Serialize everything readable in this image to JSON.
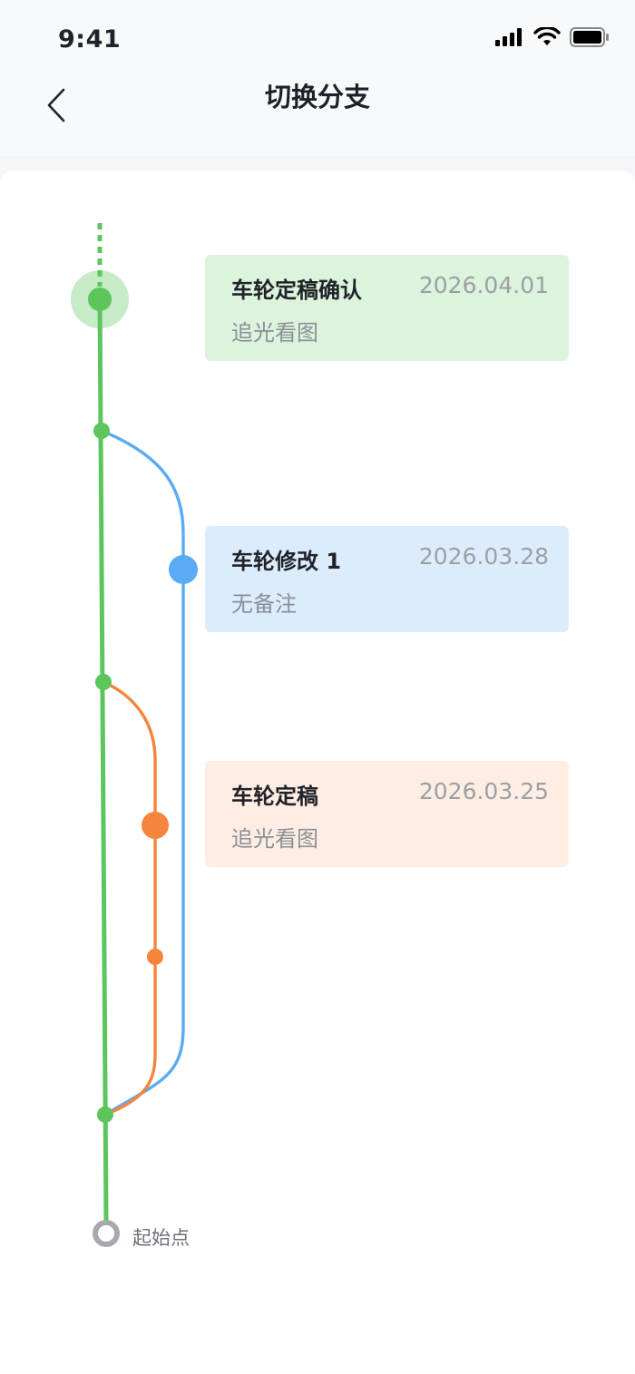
{
  "status_bar": {
    "time": "9:41"
  },
  "header": {
    "title": "切换分支"
  },
  "commits": [
    {
      "title": "车轮定稿确认",
      "date": "2026.04.01",
      "note": "追光看图",
      "branch": "green"
    },
    {
      "title": "车轮修改 1",
      "date": "2026.03.28",
      "note": "无备注",
      "branch": "blue"
    },
    {
      "title": "车轮定稿",
      "date": "2026.03.25",
      "note": "追光看图",
      "branch": "orange"
    }
  ],
  "graph": {
    "start_label": "起始点",
    "branch_colors": {
      "green": "#5cc55c",
      "blue": "#5aaaf5",
      "orange": "#f5843c",
      "start": "#a6a9ae"
    }
  }
}
